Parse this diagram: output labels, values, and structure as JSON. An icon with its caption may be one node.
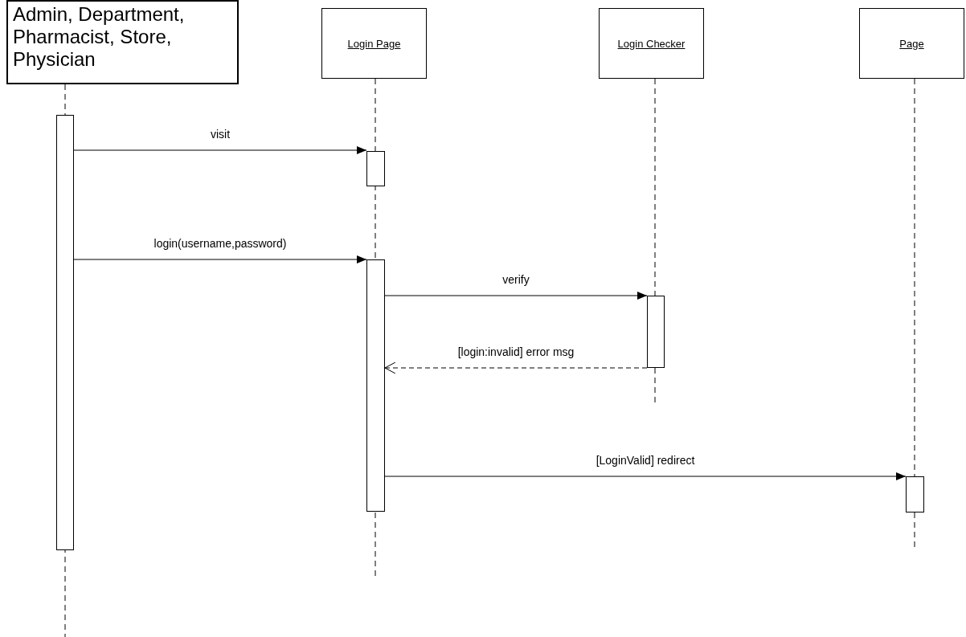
{
  "diagram": {
    "nodes": [
      {
        "text": [
          "Admin, Department, Pharmacist, Store, Physician"
        ]
      },
      {
        "text": [
          "Login Page"
        ]
      },
      {
        "text": [
          "Login Checker"
        ]
      },
      {
        "text": [
          "Page"
        ]
      },
      {
        "text": [],
        "shape": "bar"
      },
      {
        "text": [],
        "shape": "bar"
      },
      {
        "text": [],
        "shape": "bar"
      },
      {
        "text": [],
        "shape": "bar"
      },
      {
        "text": [],
        "shape": "bar"
      }
    ],
    "edges": [
      {
        "from": 4,
        "to": 5,
        "arrow": "to",
        "label": "visit"
      },
      {
        "from": 4,
        "to": 6,
        "arrow": "to",
        "label": "login(username,password)"
      },
      {
        "from": 6,
        "to": 7,
        "arrow": "to",
        "label": "verify"
      },
      {
        "from": 7,
        "to": 6,
        "arrow": "to",
        "label": "[login:invalid] error msg",
        "style": "dashed"
      },
      {
        "from": 6,
        "to": 8,
        "arrow": "to",
        "label": "[LoginValid] redirect"
      }
    ]
  }
}
